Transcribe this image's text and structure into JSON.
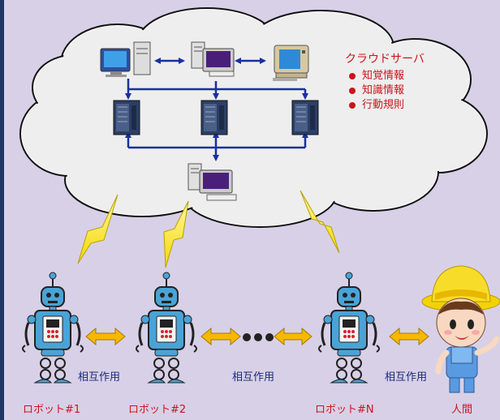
{
  "cloud": {
    "title": "クラウドサーバ",
    "items": [
      "知覚情報",
      "知識情報",
      "行動規則"
    ]
  },
  "robots": [
    {
      "label": "ロボット#1"
    },
    {
      "label": "ロボット#2"
    },
    {
      "label": "ロボット#N"
    }
  ],
  "human": {
    "label": "人間"
  },
  "interaction_labels": [
    "相互作用",
    "相互作用",
    "相互作用"
  ],
  "colors": {
    "background": "#d8d0e7",
    "border": "#1f3564",
    "cloud_fill": "#eeeeee",
    "connector": "#1a2fa0",
    "text_red": "#c8161d",
    "text_blue": "#1a2a7a",
    "robot_body": "#4aa3d6",
    "arrow_fill": "#f6b800"
  },
  "icons": [
    "desktop-pc-icon",
    "server-tower-icon",
    "crt-monitor-icon",
    "lightning-bolt-icon",
    "robot-icon",
    "farmer-child-icon",
    "ellipsis-dots-icon",
    "double-arrow-icon"
  ]
}
